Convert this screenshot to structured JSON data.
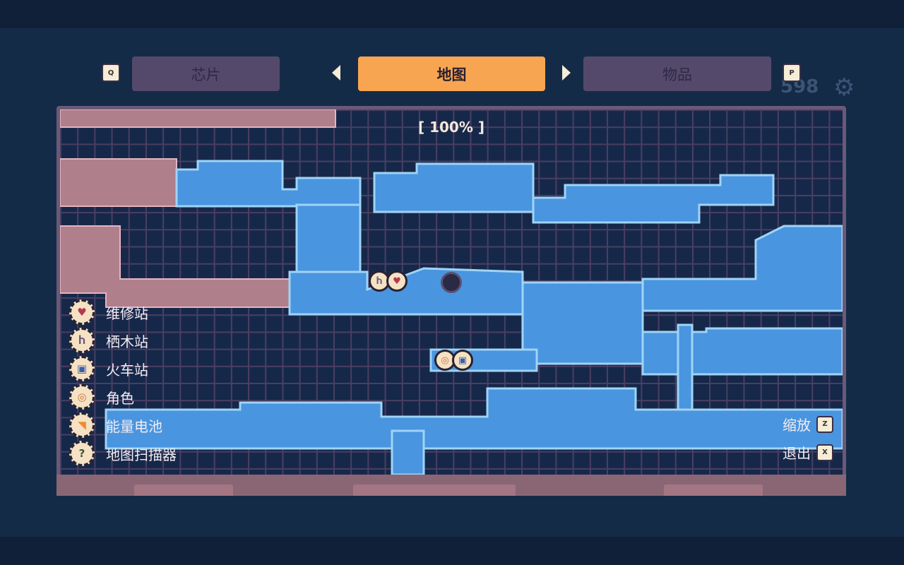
{
  "tabs": [
    {
      "label": "芯片",
      "key": "Q"
    },
    {
      "label": "地图",
      "active": true
    },
    {
      "label": "物品",
      "key": "P"
    }
  ],
  "currency": "598",
  "map": {
    "zoom": "[ 100% ]"
  },
  "legend": [
    {
      "label": "维修站",
      "icon": "heart-icon",
      "glyph": "♥",
      "color": "#b33a4a"
    },
    {
      "label": "栖木站",
      "icon": "perch-icon",
      "glyph": "Ⴙ",
      "color": "#6d5a7a"
    },
    {
      "label": "火车站",
      "icon": "train-icon",
      "glyph": "▣",
      "color": "#3d5fa6"
    },
    {
      "label": "角色",
      "icon": "character-icon",
      "glyph": "◎",
      "color": "#d0703c"
    },
    {
      "label": "能量电池",
      "icon": "battery-icon",
      "glyph": "◥",
      "color": "#f08a30"
    },
    {
      "label": "地图扫描器",
      "icon": "scanner-icon",
      "glyph": "?",
      "color": "#3a5a3a"
    }
  ],
  "controls": [
    {
      "label": "缩放",
      "key": "Z"
    },
    {
      "label": "退出",
      "key": "X"
    }
  ],
  "colors": {
    "room": "#4a95e0",
    "room_edge": "#9fd4f5",
    "explored": "#b07f8c",
    "active_tab": "#f8a552"
  }
}
